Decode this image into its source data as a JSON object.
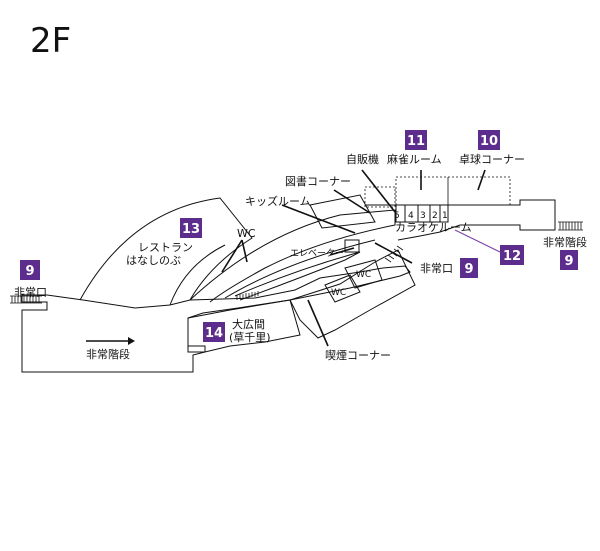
{
  "floor_title": "2F",
  "colors": {
    "badge": "#5c2d8c",
    "outline": "#111111",
    "accent_line": "#7a3fa8"
  },
  "labels": {
    "vending": "自販機",
    "mahjong": "麻雀ルーム",
    "pingpong": "卓球コーナー",
    "library": "図書コーナー",
    "kids": "キッズルーム",
    "karaoke": "カラオケルーム",
    "elevator": "エレベーター",
    "restaurant_line1": "レストラン",
    "restaurant_line2": "はなしのぶ",
    "wc_restaurant": "WC",
    "wc_center1": "WC",
    "wc_center2": "WC",
    "emergency_exit_left": "非常口",
    "emergency_exit_center": "非常口",
    "emergency_stairs_left": "非常階段",
    "emergency_stairs_right": "非常階段",
    "hall_line1": "大広間",
    "hall_line2": "(草千里)",
    "smoking": "喫煙コーナー",
    "room_5": "5",
    "room_4": "4",
    "room_3": "3",
    "room_2": "2",
    "room_1": "1"
  },
  "badges": {
    "mahjong": "11",
    "pingpong": "10",
    "restaurant": "13",
    "karaoke": "12",
    "exit_left": "9",
    "exit_center": "9",
    "stairs_right": "9",
    "hall": "14"
  }
}
